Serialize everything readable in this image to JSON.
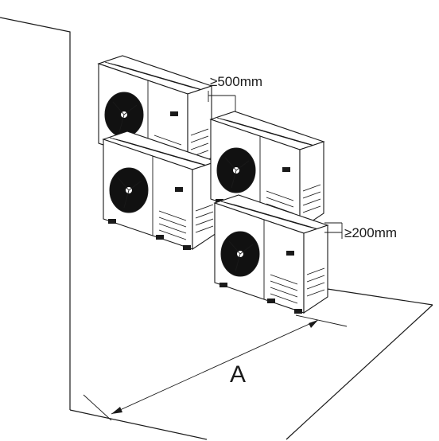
{
  "labels": {
    "top_clearance": "≥500mm",
    "side_clearance": "≥200mm",
    "distance": "A"
  },
  "colors": {
    "line": "#1a1a1a",
    "background": "#ffffff"
  },
  "units": [
    {
      "name": "unit-top-left"
    },
    {
      "name": "unit-bottom-left"
    },
    {
      "name": "unit-top-right"
    },
    {
      "name": "unit-bottom-right"
    }
  ]
}
